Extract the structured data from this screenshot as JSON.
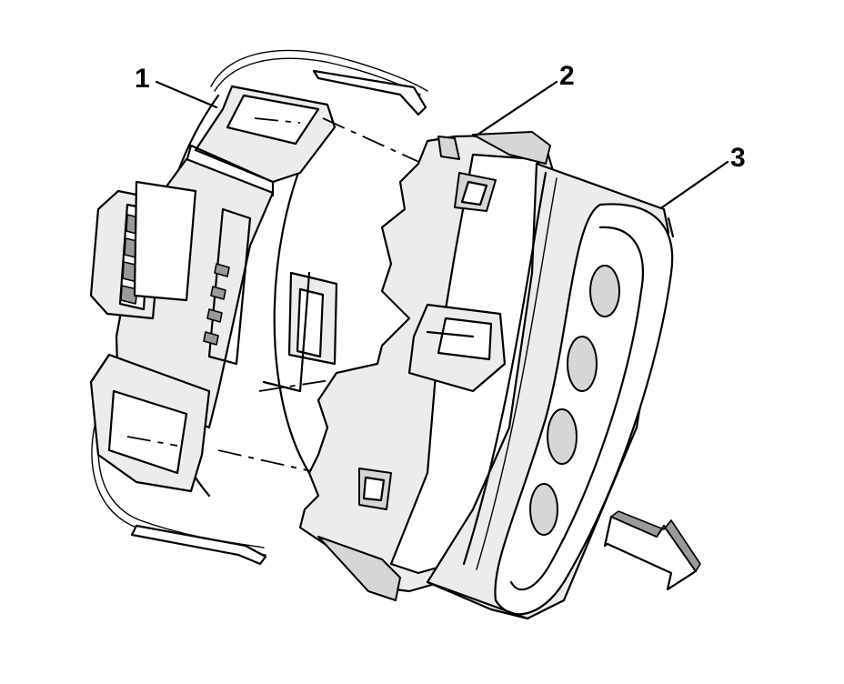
{
  "diagram": {
    "callouts": [
      {
        "id": "1",
        "label": "1"
      },
      {
        "id": "2",
        "label": "2"
      },
      {
        "id": "3",
        "label": "3"
      }
    ],
    "direction_arrow_icon": "arrow-down-right-icon",
    "colors": {
      "line": "#000000",
      "background": "#ffffff",
      "shade_light": "#ececec",
      "shade_mid": "#d6d6d6",
      "shade_dark": "#9a9a9a"
    }
  }
}
